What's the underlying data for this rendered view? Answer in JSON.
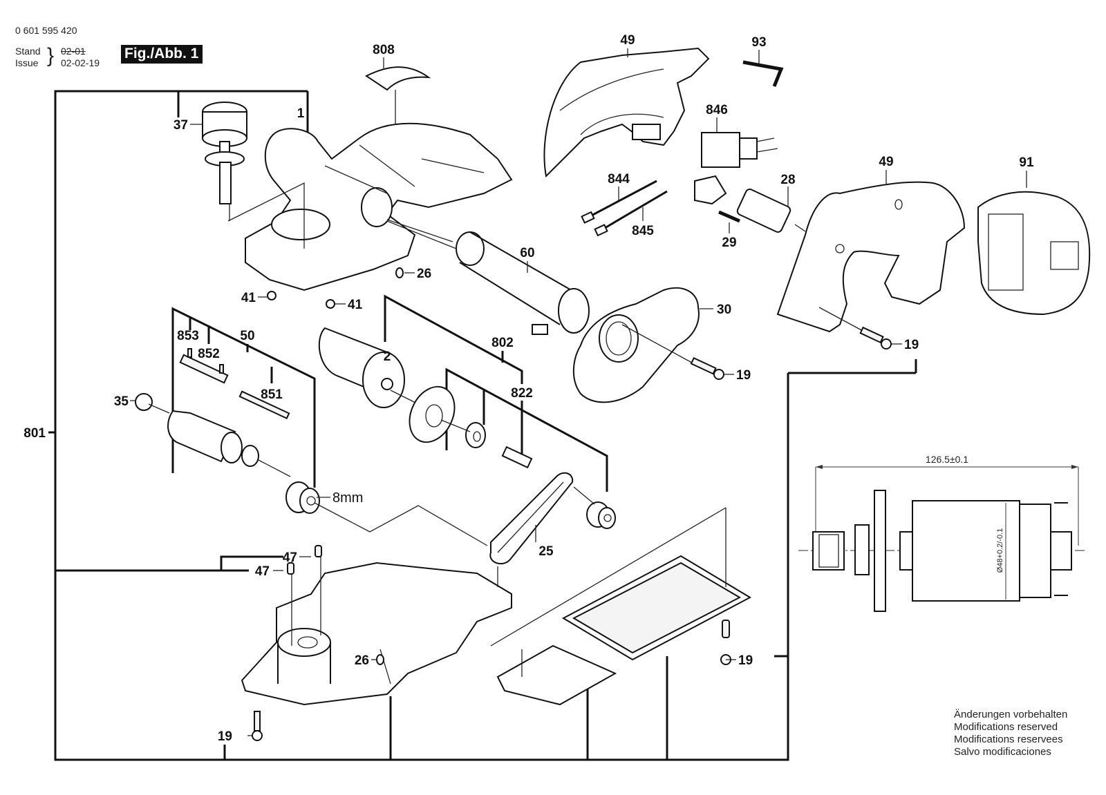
{
  "header": {
    "part_number": "0 601 595 420",
    "stand_label": "Stand",
    "issue_label": "Issue",
    "old_date": "02-01",
    "issue_date": "02-02-19",
    "figure_label": "Fig./Abb. 1"
  },
  "parts": {
    "p1": "1",
    "p2": "2",
    "p19a": "19",
    "p19b": "19",
    "p19c": "19",
    "p19d": "19",
    "p25": "25",
    "p26a": "26",
    "p26b": "26",
    "p28": "28",
    "p29": "29",
    "p30": "30",
    "p35": "35",
    "p37": "37",
    "p41a": "41",
    "p41b": "41",
    "p47a": "47",
    "p47b": "47",
    "p49a": "49",
    "p49b": "49",
    "p50": "50",
    "p60": "60",
    "p91": "91",
    "p93": "93",
    "p801": "801",
    "p802": "802",
    "p808": "808",
    "p822": "822",
    "p844": "844",
    "p845": "845",
    "p846": "846",
    "p851": "851",
    "p852": "852",
    "p853": "853"
  },
  "annotations": {
    "pulley_size": "8mm",
    "motor_length": "126.5±0.1",
    "motor_diameter": "Ø48+0.2/-0.1"
  },
  "notes": [
    "Änderungen vorbehalten",
    "Modifications reserved",
    "Modifications reservees",
    "Salvo modificaciones"
  ]
}
